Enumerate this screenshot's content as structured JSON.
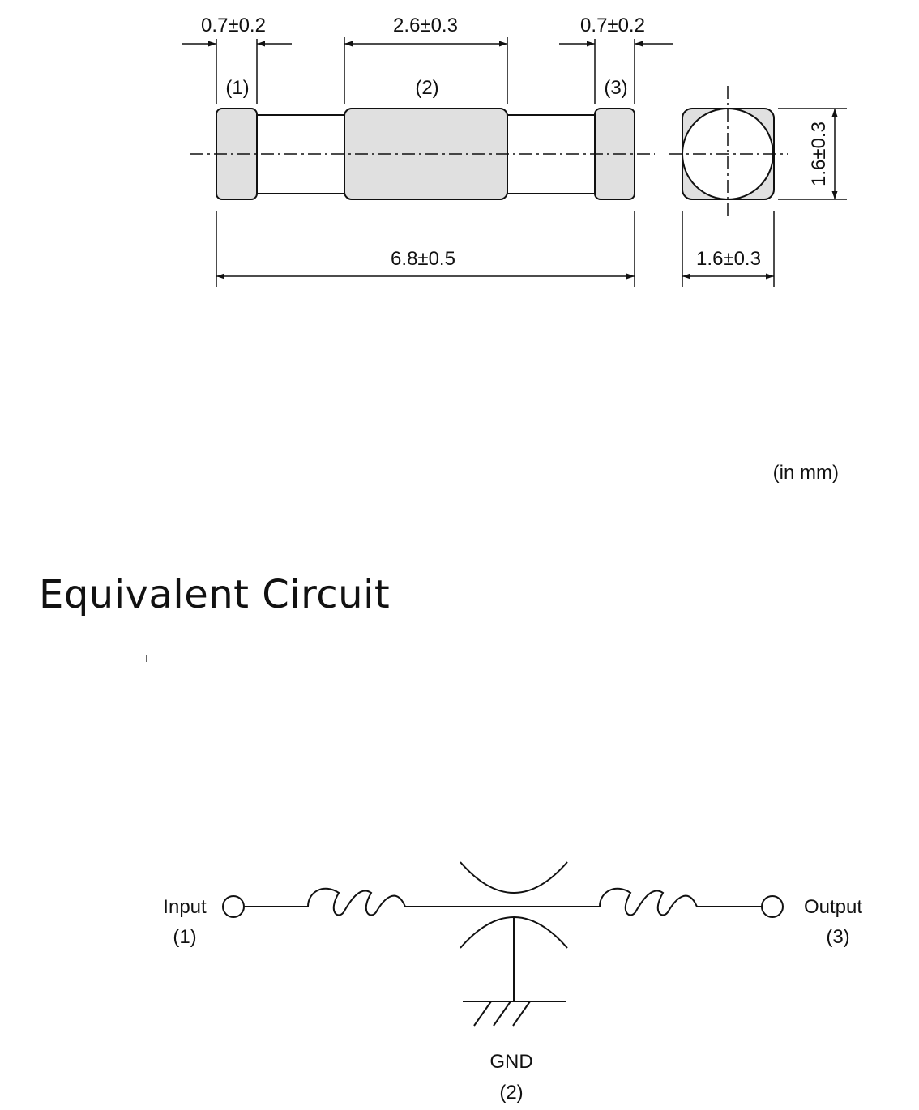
{
  "dimensions": {
    "left_terminal_width": "0.7±0.2",
    "center_terminal_width": "2.6±0.3",
    "right_terminal_width": "0.7±0.2",
    "overall_length": "6.8±0.5",
    "end_width": "1.6±0.3",
    "end_height": "1.6±0.3"
  },
  "terminals": [
    "(1)",
    "(2)",
    "(3)"
  ],
  "unit_note": "(in mm)",
  "section_title": "Equivalent Circuit",
  "circuit": {
    "input_label": "Input",
    "input_terminal": "(1)",
    "output_label": "Output",
    "output_terminal": "(3)",
    "ground_label": "GND",
    "ground_terminal": "(2)"
  },
  "colors": {
    "terminal_fill": "#e0e0e0",
    "line": "#111111"
  }
}
